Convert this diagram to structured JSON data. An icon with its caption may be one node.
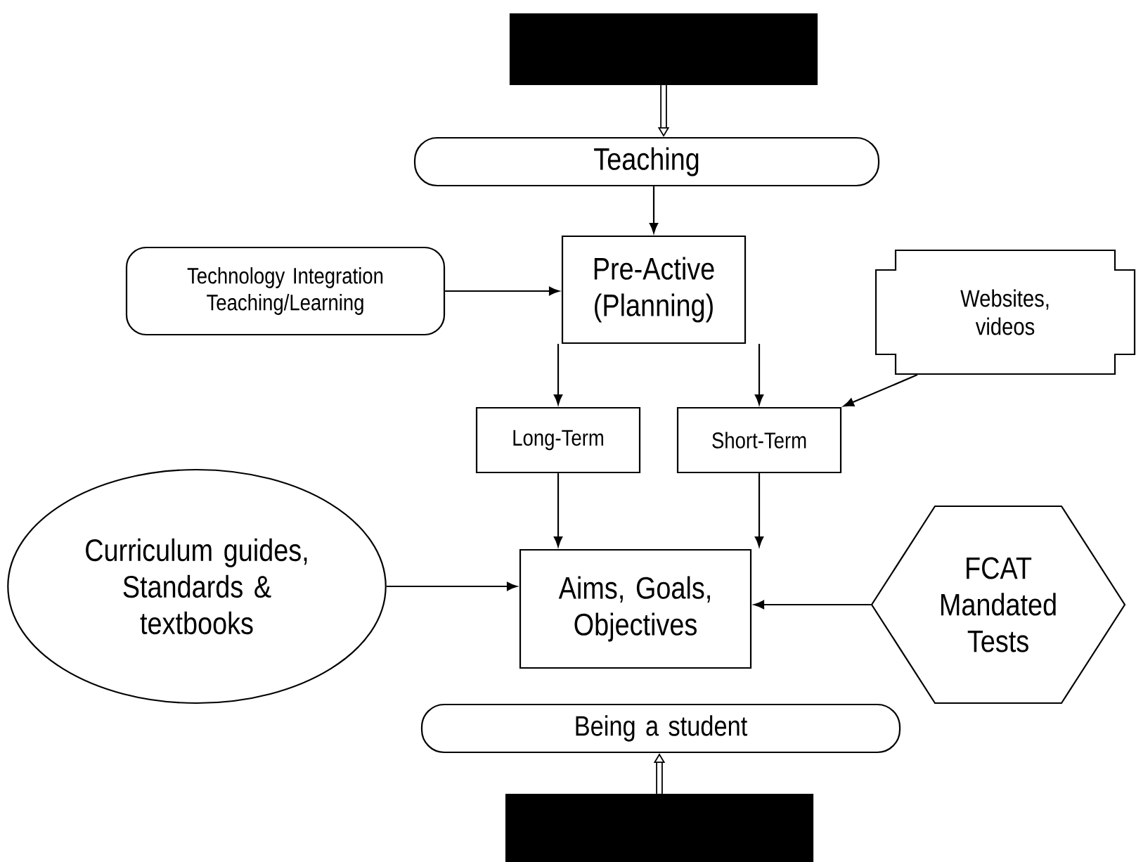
{
  "diagram": {
    "nodes": [
      {
        "text": [],
        "shape": "box"
      },
      {
        "text": [
          "Teaching"
        ]
      },
      {
        "text": [
          "Technology Integration Teaching/Learning"
        ]
      },
      {
        "text": [
          "Pre-Active (Planning)"
        ]
      },
      {
        "text": [
          "Websites, videos"
        ]
      },
      {
        "text": [
          "Long-Term"
        ]
      },
      {
        "text": [
          "Short-Term"
        ]
      },
      {
        "text": [
          "Curriculum guides, Standards & textbooks"
        ]
      },
      {
        "text": [
          "Aims, Goals, Objectives"
        ]
      },
      {
        "text": [
          "FCAT Mandated Tests"
        ]
      },
      {
        "text": [
          "Being a student"
        ]
      },
      {
        "text": [],
        "shape": "box"
      }
    ],
    "edges": [
      {
        "from": 0,
        "to": 1,
        "arrow": "to",
        "style": "thick"
      },
      {
        "from": 1,
        "to": 3,
        "arrow": "to"
      },
      {
        "from": 2,
        "to": 3,
        "arrow": "to"
      },
      {
        "from": 3,
        "to": 5,
        "arrow": "to"
      },
      {
        "from": 3,
        "to": 6,
        "arrow": "to"
      },
      {
        "from": 4,
        "to": 6,
        "arrow": "to"
      },
      {
        "from": 5,
        "to": 8,
        "arrow": "to"
      },
      {
        "from": 6,
        "to": 8,
        "arrow": "to"
      },
      {
        "from": 7,
        "to": 8,
        "arrow": "to"
      },
      {
        "from": 9,
        "to": 8,
        "arrow": "to"
      },
      {
        "from": 11,
        "to": 10,
        "arrow": "to",
        "style": "thick"
      }
    ]
  }
}
